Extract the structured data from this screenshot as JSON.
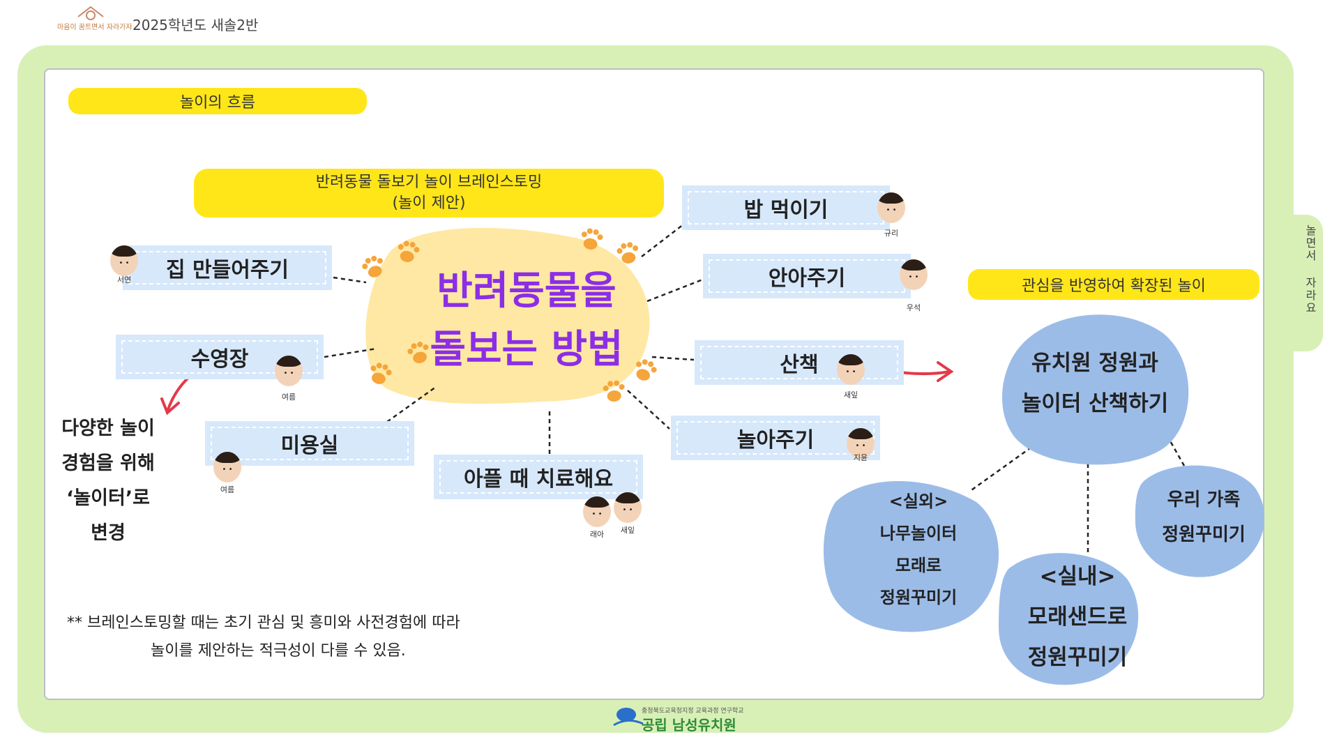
{
  "header": {
    "logo_text": "마음이 꿈트면서 자라가자",
    "title": "2025학년도 새솔2반"
  },
  "side_tab": {
    "label": "놀면서 자라요"
  },
  "section_label": "놀이의 흐름",
  "brainstorm": {
    "line1": "반려동물 돌보기 놀이 브레인스토밍",
    "line2": "(놀이 제안)"
  },
  "center": {
    "line1": "반려동물을",
    "line2": "돌보는 방법"
  },
  "nodes": {
    "house": "집 만들어주기",
    "pool": "수영장",
    "salon": "미용실",
    "treat": "아플 때 치료해요",
    "feed": "밥 먹이기",
    "hug": "안아주기",
    "walk": "산책",
    "play": "놀아주기"
  },
  "faces": {
    "house": "서연",
    "pool": "여름",
    "salon": "여름",
    "treat1": "래아",
    "treat2": "새잎",
    "feed": "규리",
    "hug": "우석",
    "walk": "새잎",
    "play": "지윤"
  },
  "pool_note": {
    "line1": "다양한 놀이",
    "line2": "경험을 위해",
    "line3": "‘놀이터’로",
    "line4": "변경"
  },
  "extension": {
    "label": "관심을 반영하여 확장된 놀이",
    "main": {
      "line1": "유치원 정원과",
      "line2": "놀이터 산책하기"
    },
    "outdoor": {
      "line1": "<실외>",
      "line2": "나무놀이터",
      "line3": "모래로",
      "line4": "정원꾸미기"
    },
    "indoor": {
      "line1": "<실내>",
      "line2": "모래샌드로",
      "line3": "정원꾸미기"
    },
    "family": {
      "line1": "우리 가족",
      "line2": "정원꾸미기"
    }
  },
  "footnote": {
    "line1": "** 브레인스토밍할 때는 초기 관심 및 흥미와 사전경험에 따라",
    "line2": "놀이를 제안하는 적극성이 다를 수 있음."
  },
  "footer": {
    "school_small": "충청북도교육청지정 교육과정 연구학교",
    "school_name": "공립 남성유치원"
  },
  "colors": {
    "frame_green": "#d8f0b6",
    "highlight_yellow": "#ffe619",
    "node_blue": "#d7e8fb",
    "center_blob": "#ffe8a3",
    "center_text": "#8b2ee6",
    "circle_blue": "#9cbce8",
    "arrow_red": "#e23a4a",
    "paw_orange": "#f5a53a"
  },
  "icons": [
    "paw-icon",
    "red-arrow-icon",
    "face-photo",
    "school-logo"
  ]
}
